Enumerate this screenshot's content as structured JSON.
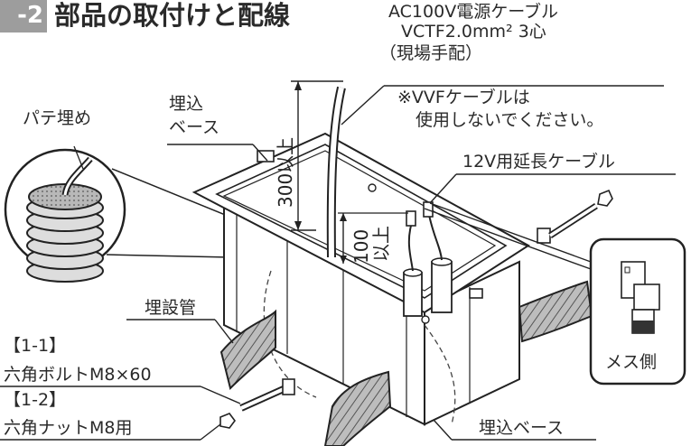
{
  "heading": {
    "number": "-2",
    "title": "部品の取付けと配線"
  },
  "cable_note": {
    "line1": "AC100V電源ケーブル",
    "line2": "VCTF2.0mm² 3心",
    "line3": "（現場手配）",
    "line4": "※VVFケーブルは",
    "line5": "使用しないでください。"
  },
  "labels": {
    "putty": "パテ埋め",
    "base_top_1": "埋込",
    "base_top_2": "ベース",
    "height_300": "300以上",
    "height_100_a": "100",
    "height_100_b": "以上",
    "ext_cable": "12V用延長ケーブル",
    "conduit": "埋設管",
    "part_1_1": "【1-1】",
    "bolt": "六角ボルトM8×60",
    "part_1_2": "【1-2】",
    "nut": "六角ナットM8用",
    "female_side": "メス側",
    "base_bottom": "埋込ベース"
  }
}
